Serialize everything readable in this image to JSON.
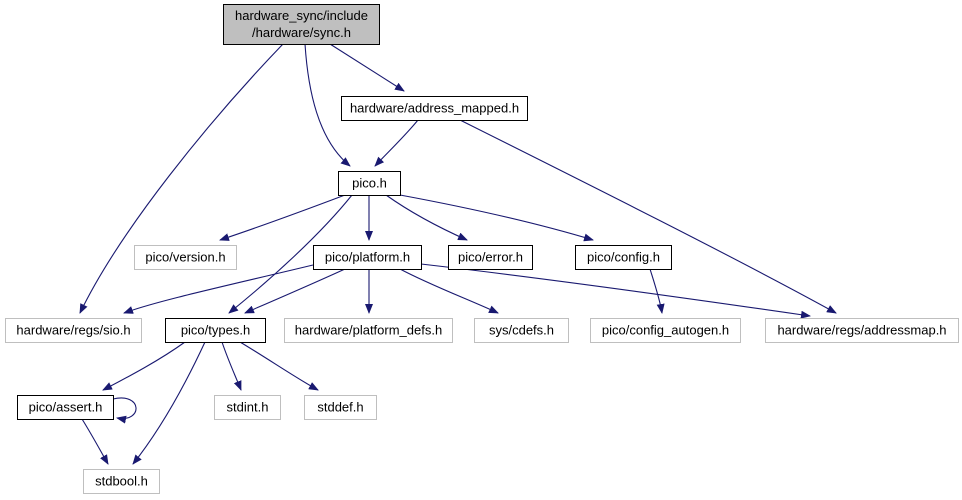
{
  "colors": {
    "edge": "#191970",
    "root_fill": "#bfbfbf",
    "documented_border": "#000000",
    "undocumented_border": "#bfbfbf",
    "node_fill": "#ffffff",
    "text": "#000000"
  },
  "nodes": [
    {
      "id": "sync_h",
      "lines": [
        "hardware_sync/include",
        "/hardware/sync.h"
      ],
      "kind": "root"
    },
    {
      "id": "address_mapped_h",
      "lines": [
        "hardware/address_mapped.h"
      ],
      "kind": "documented"
    },
    {
      "id": "pico_h",
      "lines": [
        "pico.h"
      ],
      "kind": "documented"
    },
    {
      "id": "version_h",
      "lines": [
        "pico/version.h"
      ],
      "kind": "external"
    },
    {
      "id": "platform_h",
      "lines": [
        "pico/platform.h"
      ],
      "kind": "documented"
    },
    {
      "id": "error_h",
      "lines": [
        "pico/error.h"
      ],
      "kind": "documented"
    },
    {
      "id": "config_h",
      "lines": [
        "pico/config.h"
      ],
      "kind": "documented"
    },
    {
      "id": "regs_sio_h",
      "lines": [
        "hardware/regs/sio.h"
      ],
      "kind": "external"
    },
    {
      "id": "types_h",
      "lines": [
        "pico/types.h"
      ],
      "kind": "documented"
    },
    {
      "id": "platform_defs_h",
      "lines": [
        "hardware/platform_defs.h"
      ],
      "kind": "external"
    },
    {
      "id": "cdefs_h",
      "lines": [
        "sys/cdefs.h"
      ],
      "kind": "external"
    },
    {
      "id": "config_autogen_h",
      "lines": [
        "pico/config_autogen.h"
      ],
      "kind": "external"
    },
    {
      "id": "addressmap_h",
      "lines": [
        "hardware/regs/addressmap.h"
      ],
      "kind": "external"
    },
    {
      "id": "assert_h",
      "lines": [
        "pico/assert.h"
      ],
      "kind": "documented"
    },
    {
      "id": "stdint_h",
      "lines": [
        "stdint.h"
      ],
      "kind": "external"
    },
    {
      "id": "stddef_h",
      "lines": [
        "stddef.h"
      ],
      "kind": "external"
    },
    {
      "id": "stdbool_h",
      "lines": [
        "stdbool.h"
      ],
      "kind": "external"
    }
  ],
  "edges": [
    [
      "sync_h",
      "regs_sio_h"
    ],
    [
      "sync_h",
      "pico_h"
    ],
    [
      "sync_h",
      "address_mapped_h"
    ],
    [
      "address_mapped_h",
      "pico_h"
    ],
    [
      "address_mapped_h",
      "addressmap_h"
    ],
    [
      "pico_h",
      "version_h"
    ],
    [
      "pico_h",
      "platform_h"
    ],
    [
      "pico_h",
      "types_h"
    ],
    [
      "pico_h",
      "error_h"
    ],
    [
      "pico_h",
      "config_h"
    ],
    [
      "platform_h",
      "regs_sio_h"
    ],
    [
      "platform_h",
      "types_h"
    ],
    [
      "platform_h",
      "platform_defs_h"
    ],
    [
      "platform_h",
      "cdefs_h"
    ],
    [
      "platform_h",
      "addressmap_h"
    ],
    [
      "config_h",
      "config_autogen_h"
    ],
    [
      "types_h",
      "assert_h"
    ],
    [
      "types_h",
      "stdint_h"
    ],
    [
      "types_h",
      "stddef_h"
    ],
    [
      "types_h",
      "stdbool_h"
    ],
    [
      "assert_h",
      "stdbool_h"
    ],
    [
      "assert_h",
      "assert_h"
    ]
  ]
}
